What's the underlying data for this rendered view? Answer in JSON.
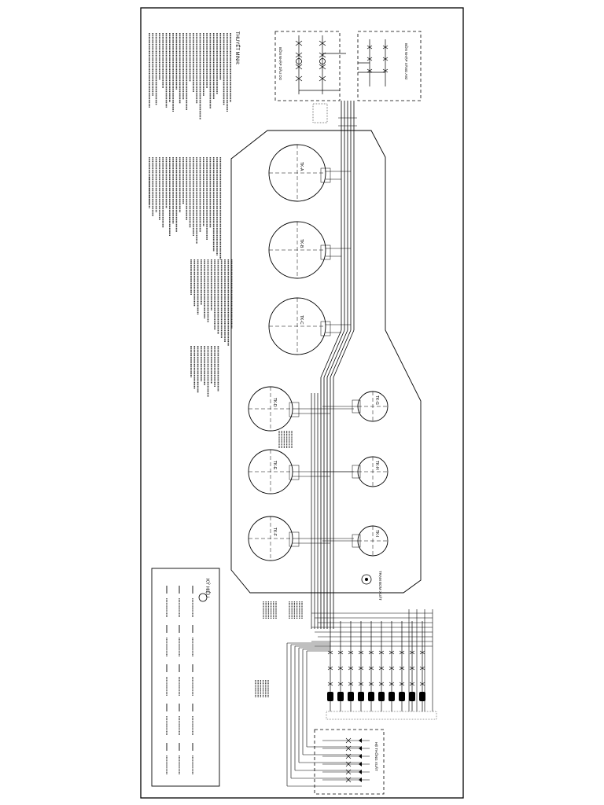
{
  "diagram": {
    "notes_title": "THUYẾT MINH:",
    "legend_title": "KÝ HIỆU",
    "top_left_box_label": "BỒN NHẬP DẦU DO",
    "top_right_box_label": "BỒN NHẬP XĂNG A92",
    "large_tanks": [
      {
        "id": "TANK-A",
        "label": "TK-A"
      },
      {
        "id": "TANK-B",
        "label": "TK-B"
      },
      {
        "id": "TANK-C",
        "label": "TK-C"
      }
    ],
    "medium_tanks": [
      {
        "id": "TANK-D",
        "label": "TK-D"
      },
      {
        "id": "TANK-E",
        "label": "TK-E"
      },
      {
        "id": "TANK-F",
        "label": "TK-F"
      }
    ],
    "small_tanks": [
      {
        "id": "TANK-G",
        "label": "TK-G"
      },
      {
        "id": "TANK-H",
        "label": "TK-H"
      },
      {
        "id": "TANK-I",
        "label": "TK-I"
      }
    ],
    "pump_station_label": "TRẠM BƠM XUẤT",
    "bottom_box_label": "HỆ THỐNG XUẤT"
  }
}
